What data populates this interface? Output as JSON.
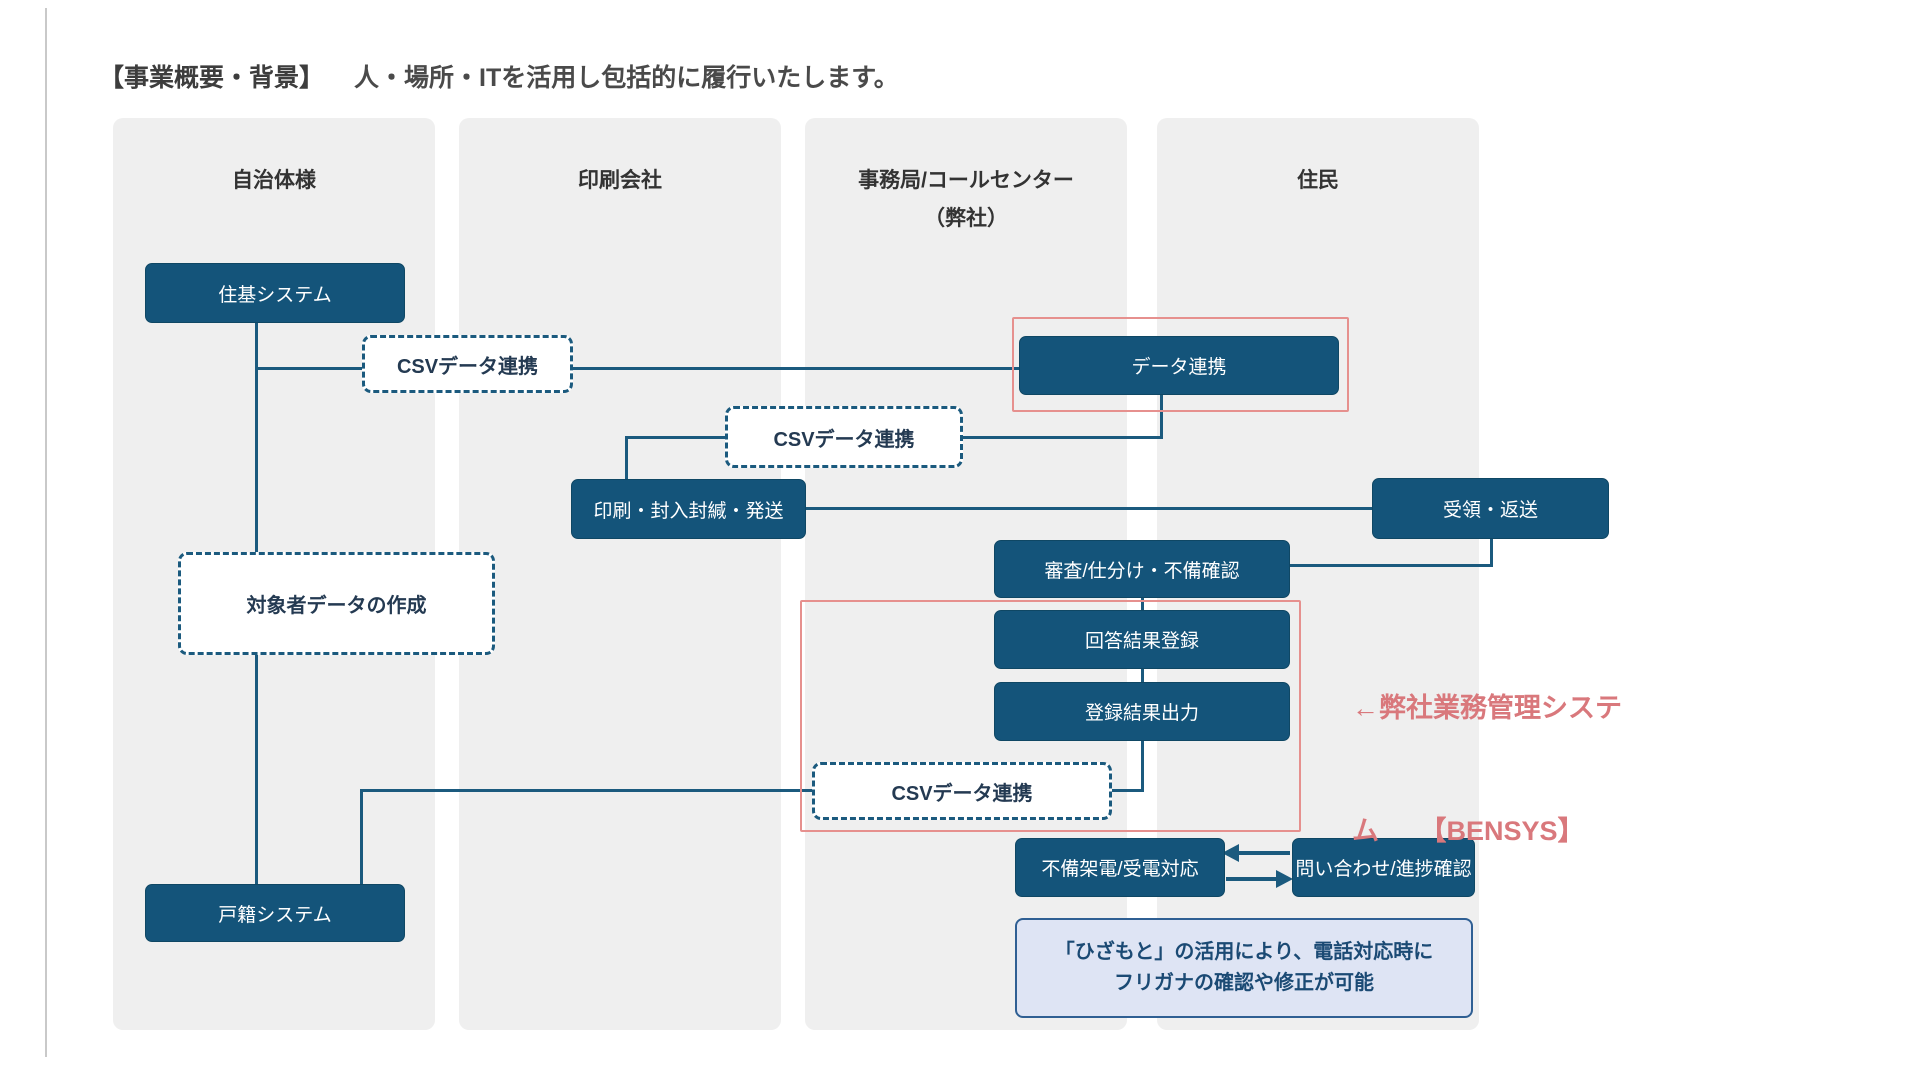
{
  "page": {
    "title_bracket": "【事業概要・背景】",
    "title_rest": "人・場所・ITを活用し包括的に履行いたします。"
  },
  "colors": {
    "box_blue": "#14547a",
    "line_blue": "#1b5a7e",
    "column_gray": "#efefef",
    "red_frame": "#e6908e",
    "annotation_red": "#d9787c",
    "note_bg": "#dee4f4",
    "note_border": "#2f5f93",
    "note_text": "#1b4a74"
  },
  "columns": [
    {
      "label": "自治体様"
    },
    {
      "label": "印刷会社"
    },
    {
      "label": "事務局/コールセンター",
      "label2": "（弊社）"
    },
    {
      "label": "住民"
    }
  ],
  "nodes": {
    "juki": "住基システム",
    "csv1": "CSVデータ連携",
    "data_renkei": "データ連携",
    "csv2": "CSVデータ連携",
    "insatsu": "印刷・封入封緘・発送",
    "juryo": "受領・返送",
    "shinsa": "審査/仕分け・不備確認",
    "kaito": "回答結果登録",
    "toroku": "登録結果出力",
    "csv3": "CSVデータ連携",
    "taishosha": "対象者データの作成",
    "koseki": "戸籍システム",
    "fubi": "不備架電/受電対応",
    "toiawase": "問い合わせ/進捗確認"
  },
  "annotation": {
    "line1": "←弊社業務管理システ",
    "line2": "ム　　【BENSYS】"
  },
  "note": {
    "line1": "「ひざもと」の活用により、電話対応時に",
    "line2": "フリガナの確認や修正が可能"
  }
}
